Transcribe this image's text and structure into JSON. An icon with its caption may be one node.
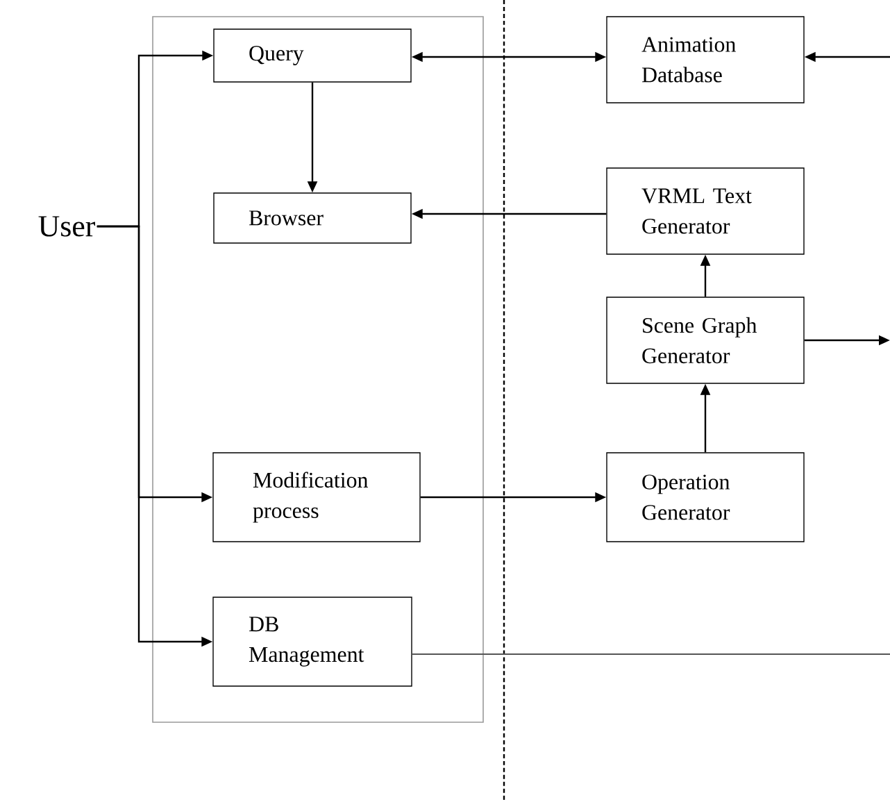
{
  "diagram": {
    "nodes": [
      {
        "text": [
          "User"
        ]
      },
      {
        "text": [],
        "shape": "box"
      },
      {
        "text": [
          "Query"
        ],
        "in": 1
      },
      {
        "text": [
          "Browser"
        ],
        "in": 1
      },
      {
        "text": [
          "Modification process"
        ],
        "in": 1
      },
      {
        "text": [
          "DB Management"
        ],
        "in": 1
      },
      {
        "text": [
          "Animation Database"
        ]
      },
      {
        "text": [
          "VRML Text Generator"
        ]
      },
      {
        "text": [
          "Scene Graph Generator"
        ]
      },
      {
        "text": [
          "Operation Generator"
        ]
      }
    ],
    "edges": [
      {
        "from": 0,
        "to": 2,
        "arrow": "to"
      },
      {
        "from": 0,
        "to": 4,
        "arrow": "to"
      },
      {
        "from": 0,
        "to": 5,
        "arrow": "to"
      },
      {
        "from": 2,
        "to": 6,
        "arrow": "both"
      },
      {
        "from": 2,
        "to": 3,
        "arrow": "to"
      },
      {
        "from": 7,
        "to": 3,
        "arrow": "to"
      },
      {
        "from": 8,
        "to": 7,
        "arrow": "to"
      },
      {
        "from": 9,
        "to": 8,
        "arrow": "to"
      },
      {
        "from": 4,
        "to": 9,
        "arrow": "to"
      },
      {
        "from": null,
        "to": 6,
        "arrow": "to"
      },
      {
        "from": 8,
        "to": null,
        "arrow": "to"
      },
      {
        "from": 5,
        "to": null,
        "arrow": "none",
        "color": "#555555"
      }
    ]
  }
}
